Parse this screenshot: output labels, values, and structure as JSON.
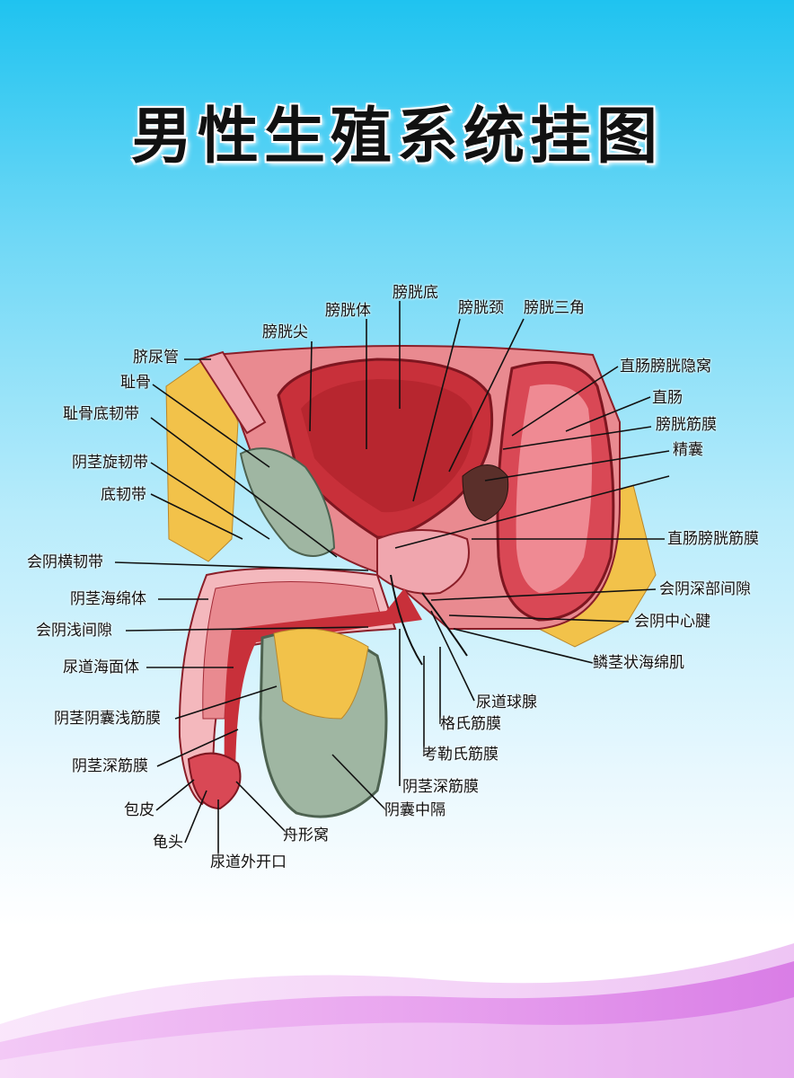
{
  "title": "男性生殖系统挂图",
  "colors": {
    "sky_top": "#1fc3f0",
    "tissue_red": "#c8303a",
    "tissue_pink": "#f0a6ae",
    "fat_yellow": "#f2c24a",
    "testis_green": "#9fb6a2",
    "wave_purple": "#d97de6"
  },
  "labels": {
    "pangguang_di": "膀胱底",
    "pangguang_ti": "膀胱体",
    "pangguang_jing": "膀胱颈",
    "pangguang_sanjiao": "膀胱三角",
    "pangguang_jian": "膀胱尖",
    "qi_niaoguan": "脐尿管",
    "chigu": "耻骨",
    "chigu_di_rendai": "耻骨底韧带",
    "yinjing_xuan_rendai": "阴茎旋韧带",
    "di_rendai": "底韧带",
    "huiyin_heng_rendai": "会阴横韧带",
    "yinjing_haimianti": "阴茎海绵体",
    "huiyin_qian_jianxi": "会阴浅间隙",
    "niaodao_haimianti": "尿道海面体",
    "yinjing_yinnang_qian_jinmo": "阴茎阴囊浅筋膜",
    "yinjing_shen_jinmo": "阴茎深筋膜",
    "baopi": "包皮",
    "guitou": "龟头",
    "niaodao_wai_kaikou": "尿道外开口",
    "zhouxing_wo": "舟形窝",
    "yinnang_zhongge": "阴囊中隔",
    "yinjing_shen_jinmo_2": "阴茎深筋膜",
    "kaoleshi_jinmo": "考勒氏筋膜",
    "geshi_jinmo": "格氏筋膜",
    "niaodao_qiuxian": "尿道球腺",
    "linjingzhuang_haimianji": "鳞茎状海绵肌",
    "huiyin_zhongxin_jian": "会阴中心腱",
    "huiyin_shenbu_jianxi": "会阴深部间隙",
    "zhichang_pangguang_jinmo": "直肠膀胱筋膜",
    "jingnang": "精囊",
    "pangguang_jinmo": "膀胱筋膜",
    "zhichang": "直肠",
    "zhichang_pangguang_yinwo": "直肠膀胱隐窝"
  }
}
